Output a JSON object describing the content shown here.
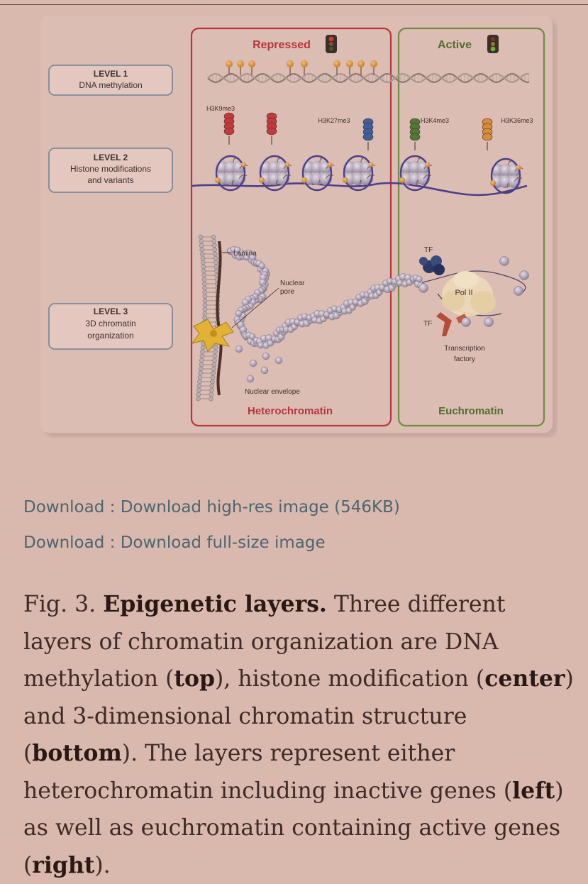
{
  "figure": {
    "header_repressed": "Repressed",
    "header_active": "Active",
    "footer_heterochromatin": "Heterochromatin",
    "footer_euchromatin": "Euchromatin",
    "levels": [
      {
        "title": "LEVEL 1",
        "lines": [
          "DNA methylation"
        ]
      },
      {
        "title": "LEVEL 2",
        "lines": [
          "Histone modifications",
          "and variants"
        ]
      },
      {
        "title": "LEVEL 3",
        "lines": [
          "3D chromatin",
          "organization"
        ]
      }
    ],
    "marks": {
      "h3k9me3": "H3K9me3",
      "h3k27me3": "H3K27me3",
      "h3k4me3": "H3K4me3",
      "h3k36me3": "H3K36me3"
    },
    "labels": {
      "lamina": "Lamina",
      "nuclear_pore_1": "Nuclear",
      "nuclear_pore_2": "pore",
      "nuclear_envelope": "Nuclear envelope",
      "tf_top": "TF",
      "tf_bottom": "TF",
      "pol2": "Pol II",
      "factory_1": "Transcription",
      "factory_2": "factory"
    },
    "colors": {
      "repressed": "#b8353a",
      "active": "#4f6e2c",
      "methyl": "#d9892e",
      "h3k9": "#c43a3c",
      "h3k27": "#3e5e9c",
      "h3k4": "#4f7a36",
      "h3k36": "#d88c3a"
    }
  },
  "downloads": [
    {
      "prefix": "Download : ",
      "link": "Download high-res image (546KB)"
    },
    {
      "prefix": "Download : ",
      "link": "Download full-size image"
    }
  ],
  "caption": {
    "fig": "Fig. 3. ",
    "title": "Epigenetic layers.",
    "t1": " Three different layers of chromatin organization are DNA methylation (",
    "b1": "top",
    "t2": "), histone modification (",
    "b2": "center",
    "t3": ") and 3-dimensional chromatin structure (",
    "b3": "bottom",
    "t4": "). The layers represent either heterochromatin including inactive genes (",
    "b4": "left",
    "t5": ") as well as euchromatin containing active genes (",
    "b5": "right",
    "t6": ")."
  }
}
